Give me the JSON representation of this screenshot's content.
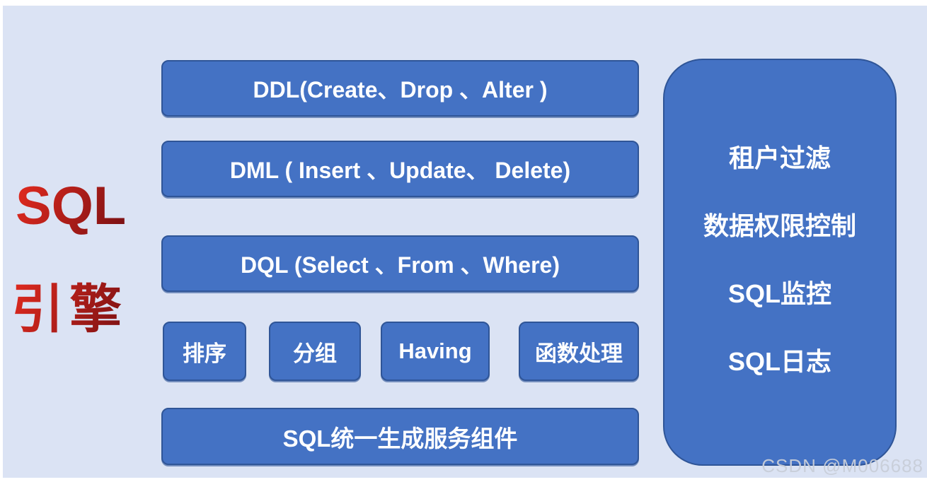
{
  "title": {
    "line1": "SQL",
    "line2": "引擎"
  },
  "layers": [
    {
      "label": "DDL(Create、Drop 、Alter )"
    },
    {
      "label": "DML ( Insert 、Update、 Delete)"
    },
    {
      "label": "DQL (Select 、From 、Where)"
    }
  ],
  "clause_boxes": [
    {
      "label": "排序"
    },
    {
      "label": "分组"
    },
    {
      "label": "Having"
    },
    {
      "label": "函数处理"
    }
  ],
  "bottom_box": {
    "label": "SQL统一生成服务组件"
  },
  "side_panel": {
    "items": [
      "租户过滤",
      "数据权限控制",
      "SQL监控",
      "SQL日志"
    ]
  },
  "watermark": "CSDN @M006688",
  "colors": {
    "bg_lavender": "#dbe3f4",
    "box_blue": "#4472c4",
    "box_border": "#2f5597",
    "box_text": "#ffffff",
    "title_red_light": "#e02a1f",
    "title_red_dark": "#7c1113",
    "watermark_gray": "#c9ced9"
  }
}
